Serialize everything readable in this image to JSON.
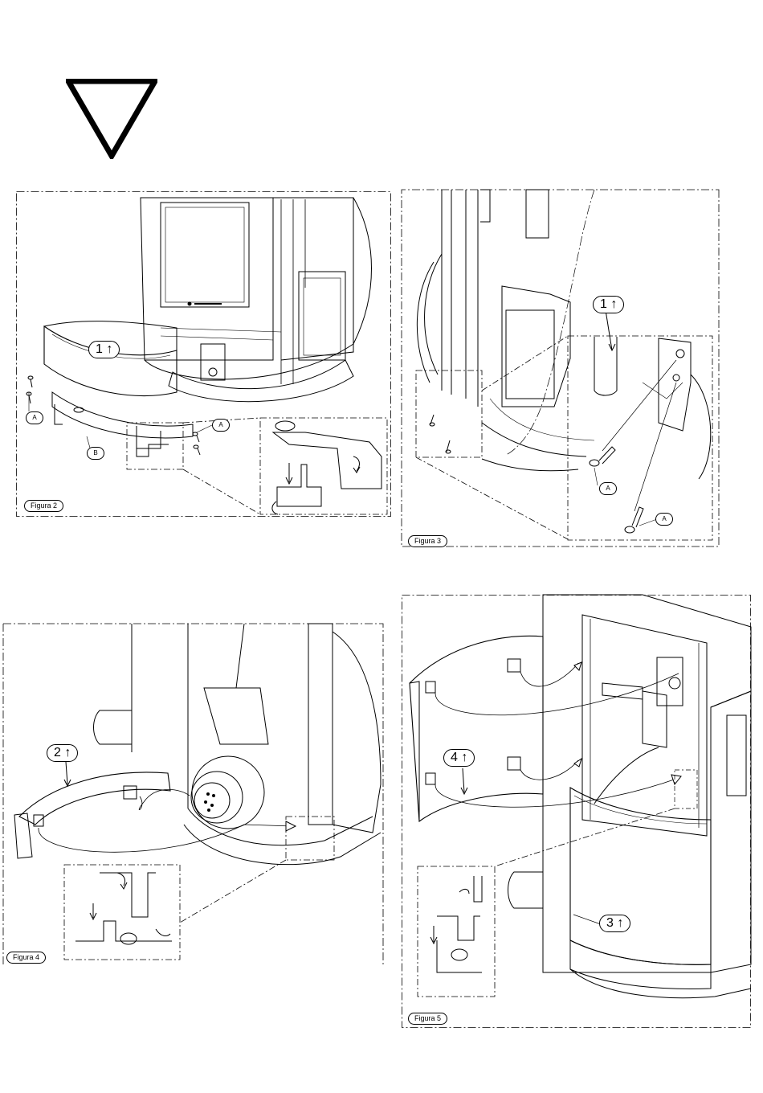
{
  "figures": [
    {
      "label": "Figura 2",
      "callouts": [
        "1",
        "A",
        "A",
        "B"
      ]
    },
    {
      "label": "Figura 3",
      "callouts": [
        "1",
        "A",
        "A"
      ]
    },
    {
      "label": "Figura 4",
      "callouts": [
        "2"
      ]
    },
    {
      "label": "Figura 5",
      "callouts": [
        "4",
        "3"
      ]
    }
  ],
  "arrow_glyph": "↑",
  "colors": {
    "line": "#000000",
    "background": "#ffffff"
  }
}
